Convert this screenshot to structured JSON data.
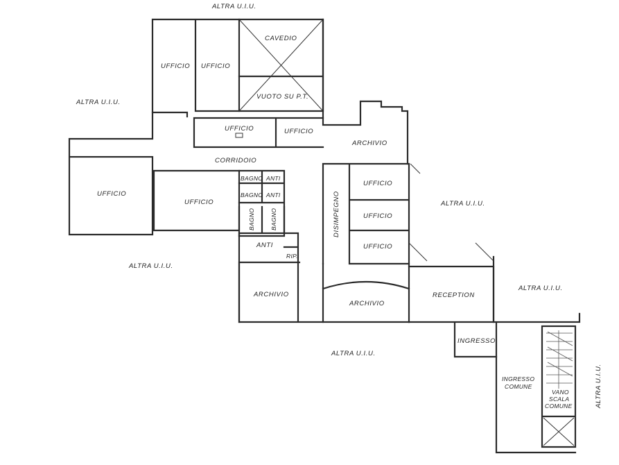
{
  "labels": {
    "altra_top": "ALTRA U.I.U.",
    "altra_left": "ALTRA U.I.U.",
    "altra_left_bottom": "ALTRA U.I.U.",
    "altra_bottom": "ALTRA U.I.U.",
    "altra_right_mid": "ALTRA U.I.U.",
    "altra_right": "ALTRA U.I.U.",
    "altra_far_right": "ALTRA U.I.U.",
    "ufficio_1": "UFFICIO",
    "ufficio_2": "UFFICIO",
    "cavedio": "CAVEDIO",
    "vuoto": "VUOTO SU P.T.",
    "ufficio_3": "UFFICIO",
    "ufficio_4": "UFFICIO",
    "archivio_1": "ARCHIVIO",
    "corridoio": "CORRIDOIO",
    "ufficio_5": "UFFICIO",
    "ufficio_6": "UFFICIO",
    "bagno_1": "BAGNO",
    "anti_1": "ANTI",
    "bagno_2": "BAGNO",
    "anti_2": "ANTI",
    "bagno_3": "BAGNO",
    "bagno_4": "BAGNO",
    "anti_3": "ANTI",
    "rip": "RIP.",
    "disimpegno": "DISIMPEGNO",
    "ufficio_7": "UFFICIO",
    "ufficio_8": "UFFICIO",
    "ufficio_9": "UFFICIO",
    "archivio_2": "ARCHIVIO",
    "archivio_3": "ARCHIVIO",
    "reception": "RECEPTION",
    "ingresso": "INGRESSO",
    "ingresso_comune_1": "INGRESSO",
    "ingresso_comune_2": "COMUNE",
    "vano_1": "VANO",
    "vano_2": "SCALA",
    "vano_3": "COMUNE"
  }
}
